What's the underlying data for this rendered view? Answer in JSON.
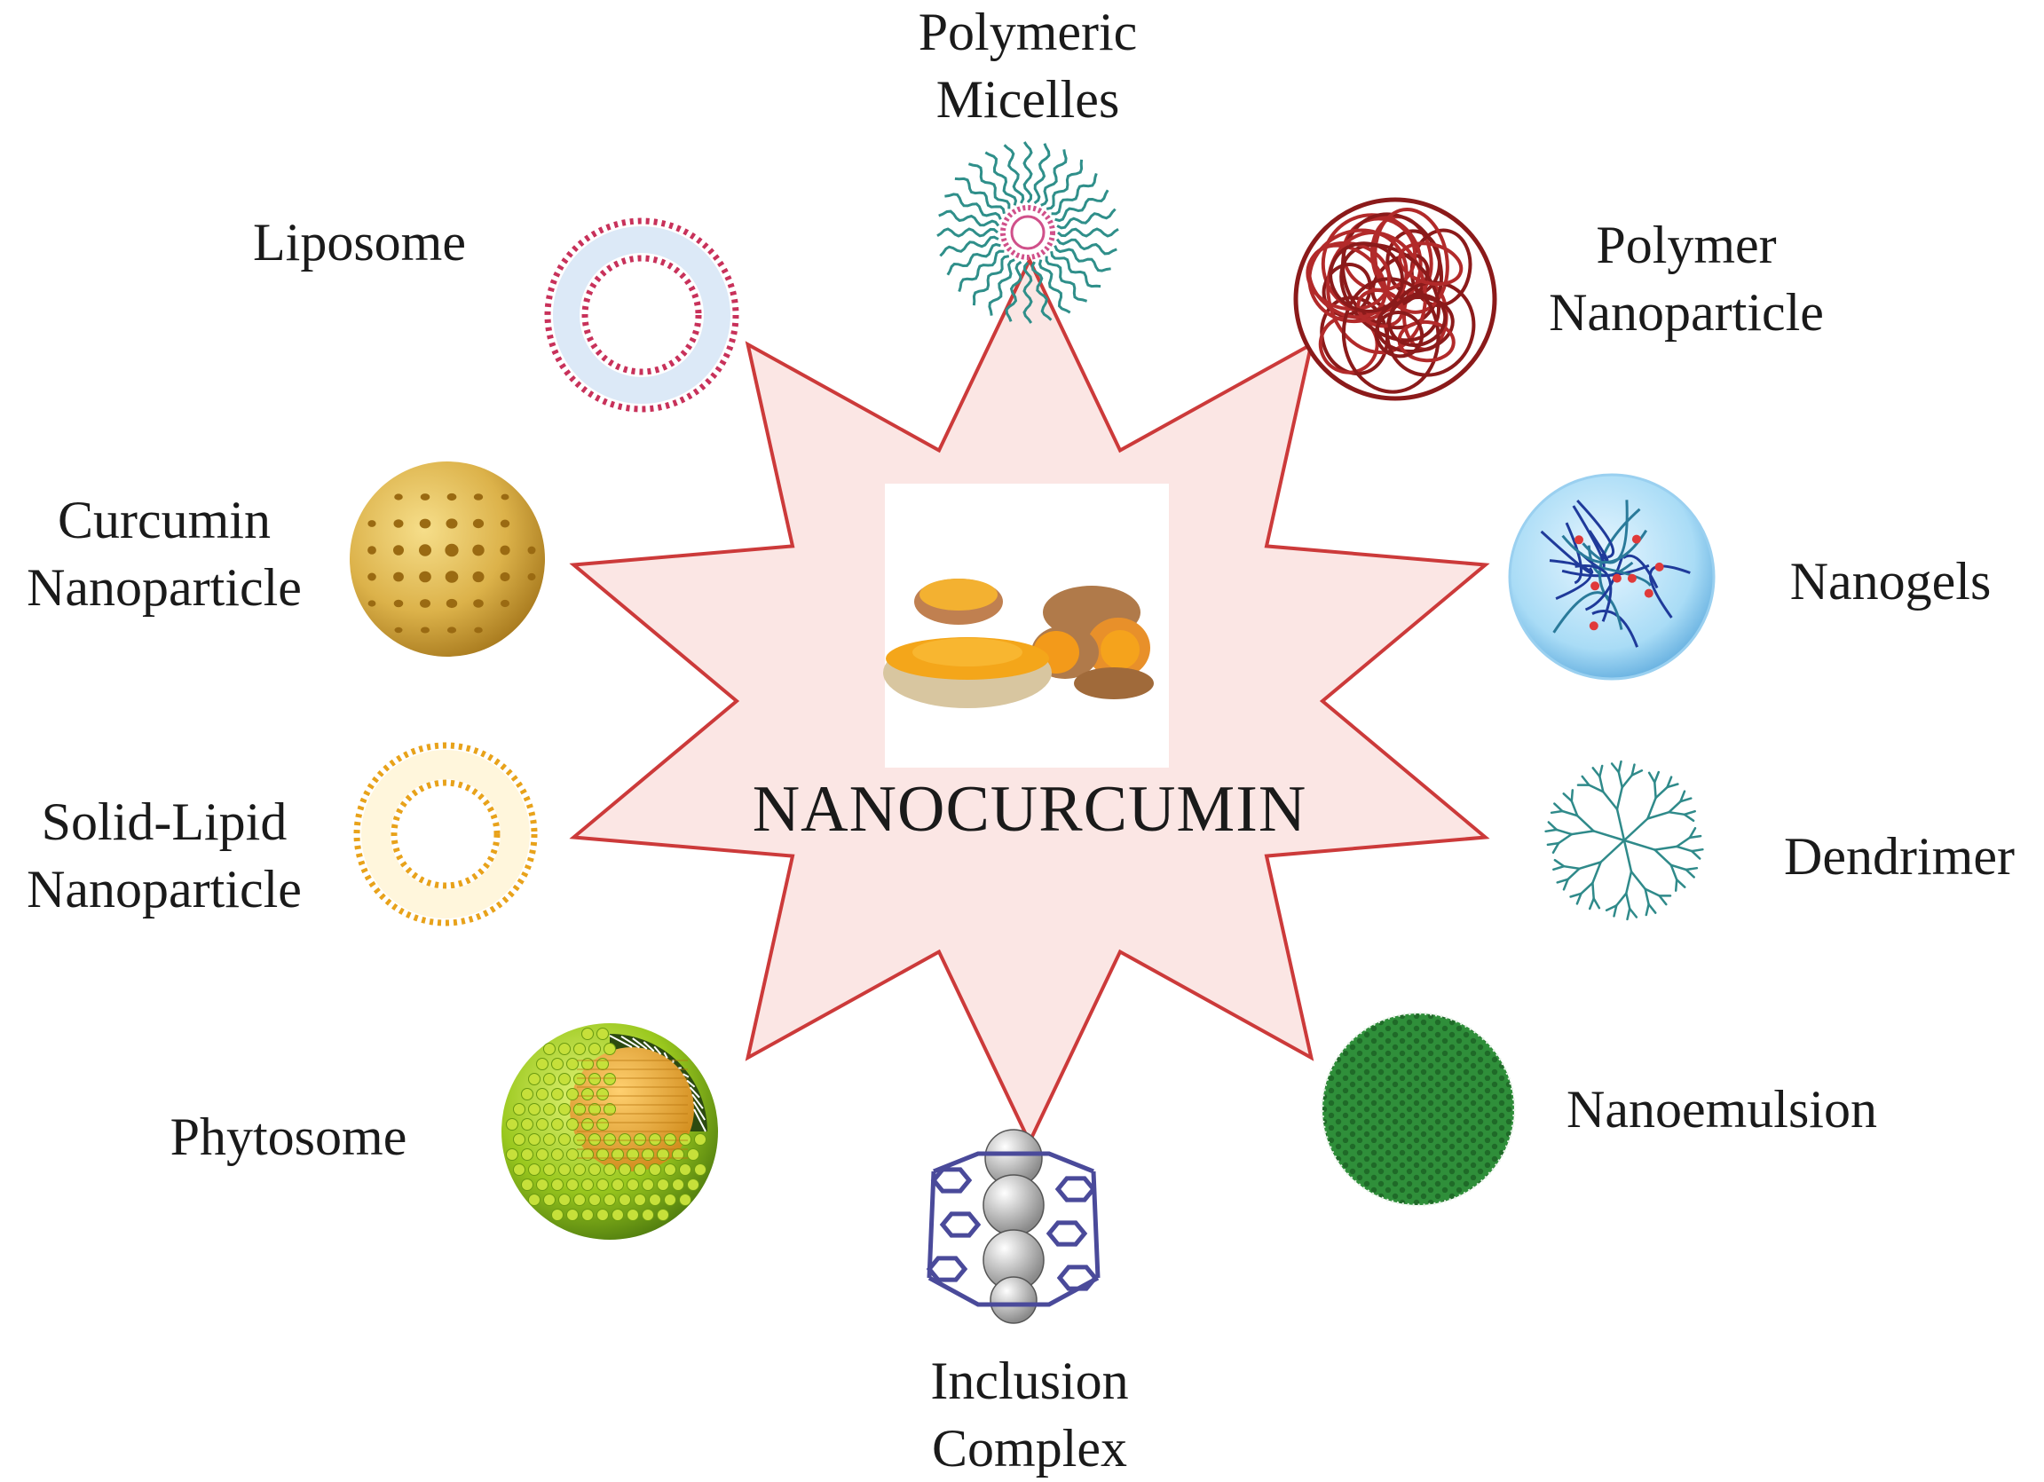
{
  "center": {
    "title": "NANOCURCUMIN"
  },
  "labels": {
    "polymeric_micelles": [
      "Polymeric",
      "Micelles"
    ],
    "liposome": [
      "Liposome"
    ],
    "polymer_nanoparticle": [
      "Polymer",
      "Nanoparticle"
    ],
    "curcumin_nanoparticle": [
      "Curcumin",
      "Nanoparticle"
    ],
    "nanogels": [
      "Nanogels"
    ],
    "solid_lipid_nanoparticle": [
      "Solid-Lipid",
      "Nanoparticle"
    ],
    "dendrimer": [
      "Dendrimer"
    ],
    "phytosome": [
      "Phytosome"
    ],
    "nanoemulsion": [
      "Nanoemulsion"
    ],
    "inclusion_complex": [
      "Inclusion",
      "Complex"
    ]
  },
  "colors": {
    "star_fill": "#fbe6e4",
    "star_stroke": "#cc3a3a",
    "turmeric": "#f0a020",
    "liposome": "#c8315a",
    "micelle_tails": "#2f8f8a",
    "polymer": "#8b1a1a",
    "nanogel": "#3a8fd8",
    "dendrimer": "#2f8a8a",
    "nanoemulsion": "#2f8f3a",
    "phytosome": "#9ac81e",
    "inclusion_complex": "#4a4a9a"
  }
}
